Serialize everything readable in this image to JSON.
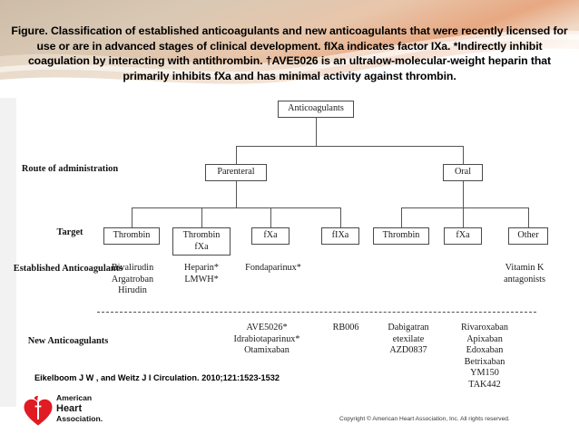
{
  "slide": {
    "title": "Figure. Classification of established anticoagulants and new anticoagulants that were recently licensed for use or are in advanced stages of clinical development. fIXa indicates factor IXa. *Indirectly inhibit coagulation by interacting with antithrombin. †AVE5026 is an ultralow-molecular-weight heparin that primarily inhibits fXa and has minimal activity against thrombin.",
    "citation": "Eikelboom J W , and Weitz J I Circulation. 2010;121:1523-1532",
    "copyright": "Copyright © American Heart Association, Inc. All rights reserved."
  },
  "logo": {
    "line1": "American",
    "line2": "Heart",
    "line3": "Association.",
    "heart_color": "#e01b24"
  },
  "diagram": {
    "row_labels": {
      "route": "Route of\nadministration",
      "target": "Target",
      "established": "Established\nAnticoagulants",
      "new": "New\nAnticoagulants"
    },
    "root": {
      "label": "Anticoagulants"
    },
    "routes": [
      {
        "label": "Parenteral"
      },
      {
        "label": "Oral"
      }
    ],
    "targets": [
      {
        "label": "Thrombin",
        "route": "Parenteral"
      },
      {
        "label": "Thrombin\nfXa",
        "route": "Parenteral"
      },
      {
        "label": "fXa",
        "route": "Parenteral"
      },
      {
        "label": "fIXa",
        "route": "Parenteral"
      },
      {
        "label": "Thrombin",
        "route": "Oral"
      },
      {
        "label": "fXa",
        "route": "Oral"
      },
      {
        "label": "Other",
        "route": "Oral"
      }
    ],
    "established": [
      "Bivalirudin\nArgatroban\nHirudin",
      "Heparin*\nLMWH*",
      "Fondaparinux*",
      "Vitamin K\nantagonists"
    ],
    "new": [
      "AVE5026*\nIdrabiotaparinux*\nOtamixaban",
      "RB006",
      "Dabigatran\netexilate\nAZD0837",
      "Rivaroxaban\nApixaban\nEdoxaban\nBetrixaban\nYM150\nTAK442"
    ]
  }
}
